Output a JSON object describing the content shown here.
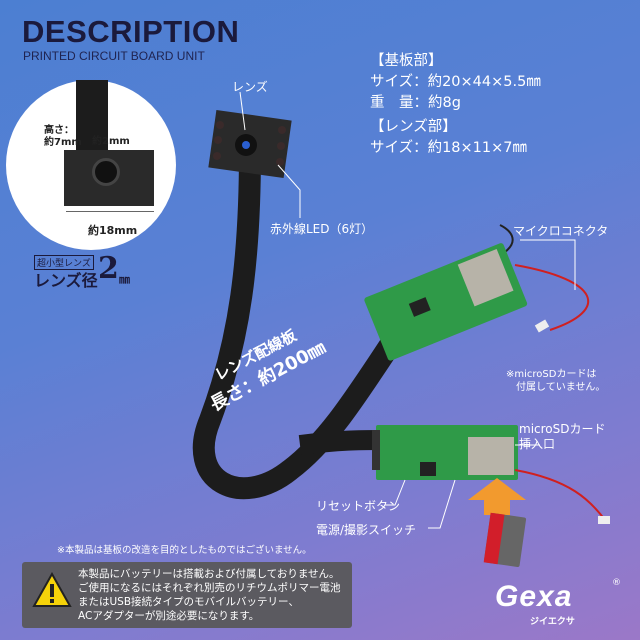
{
  "header": {
    "title": "DESCRIPTION",
    "subtitle": "PRINTED CIRCUIT BOARD UNIT"
  },
  "specs": {
    "board_heading": "【基板部】",
    "board_size": "サイズ：約20×44×5.5㎜",
    "board_weight": "重　量：約8g",
    "lens_heading": "【レンズ部】",
    "lens_size": "サイズ：約18×11×7㎜"
  },
  "closeup": {
    "height_label": "高さ：",
    "height_value": "約7mm",
    "lens_label": "約2mm",
    "width_label": "約18mm"
  },
  "lens_badge": {
    "tag": "超小型レンズ",
    "text": "レンズ径",
    "value": "2",
    "unit": "㎜"
  },
  "callouts": {
    "lens": "レンズ",
    "ir_led": "赤外線LED（6灯）",
    "micro_connector": "マイクロコネクタ",
    "cable_title": "レンズ配線板",
    "cable_length": "長さ：約200㎜",
    "sd_note_1": "※microSDカードは",
    "sd_note_2": "付属していません。",
    "sd_slot_1": "microSDカード",
    "sd_slot_2": "挿入口",
    "reset": "リセットボタン",
    "power": "電源/撮影スイッチ"
  },
  "notes": {
    "modification": "※本製品は基板の改造を目的としたものではございません。",
    "warning": [
      "本製品にバッテリーは搭載および付属しておりません。",
      "ご使用になるにはそれぞれ別売のリチウムポリマー電池",
      "またはUSB接続タイプのモバイルバッテリー、",
      "ACアダプターが別途必要になります。"
    ]
  },
  "brand": {
    "logo": "Gexa",
    "kana": "ジイエクサ",
    "registered": "®"
  },
  "colors": {
    "background_top": "#4c7fd2",
    "background_bottom": "#9b78c8",
    "title": "#1b1a3c",
    "pcb": "#2f9a48",
    "arrow": "#f29a2e",
    "warning_box": "#5b5a60"
  }
}
